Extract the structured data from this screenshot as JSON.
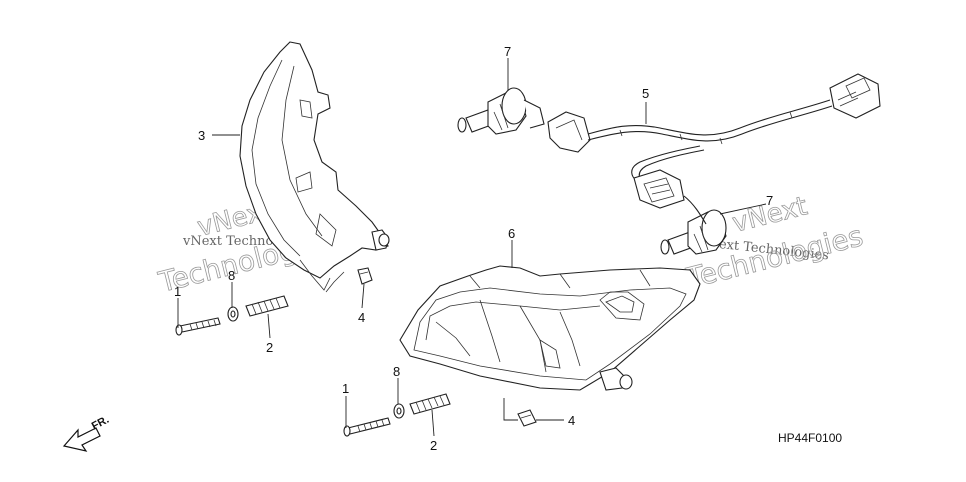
{
  "diagram": {
    "drawing_code": "HP44F0100",
    "direction_label": "FR.",
    "watermarks": {
      "brand": "vNext",
      "tagline": "vNext Technologies",
      "word": "Technologies"
    },
    "callouts": [
      {
        "id": "label-1-left",
        "text": "1"
      },
      {
        "id": "label-2-left",
        "text": "2"
      },
      {
        "id": "label-3",
        "text": "3"
      },
      {
        "id": "label-4-left",
        "text": "4"
      },
      {
        "id": "label-8-left",
        "text": "8"
      },
      {
        "id": "label-5",
        "text": "5"
      },
      {
        "id": "label-6",
        "text": "6"
      },
      {
        "id": "label-7-top",
        "text": "7"
      },
      {
        "id": "label-7-right",
        "text": "7"
      },
      {
        "id": "label-1-bottom",
        "text": "1"
      },
      {
        "id": "label-2-bottom",
        "text": "2"
      },
      {
        "id": "label-8-bottom",
        "text": "8"
      },
      {
        "id": "label-4-bottom",
        "text": "4"
      }
    ]
  }
}
